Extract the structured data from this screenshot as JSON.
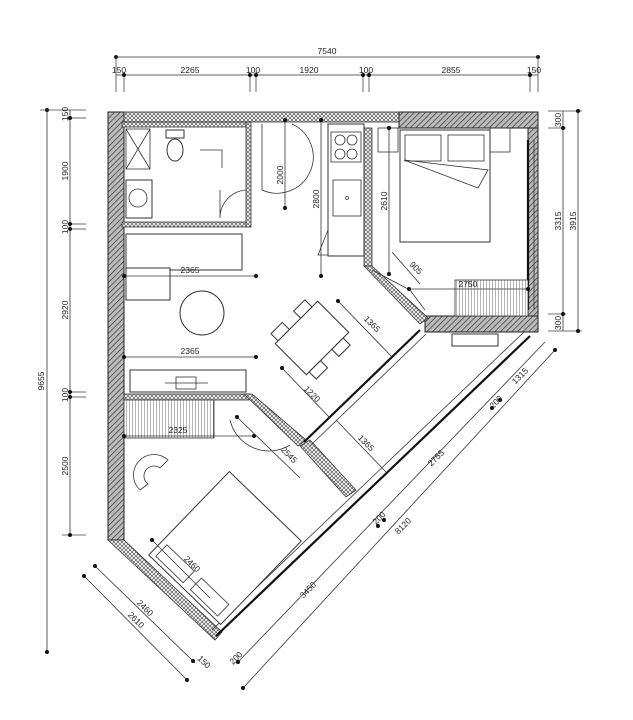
{
  "plan": {
    "top_dims": {
      "overall": "7540",
      "segments": [
        "150",
        "2265",
        "100",
        "1920",
        "100",
        "2855",
        "150"
      ]
    },
    "left_dims": {
      "overall": "9655",
      "segments": [
        "150",
        "1900",
        "100",
        "2920",
        "100",
        "2500"
      ]
    },
    "right_dims": {
      "overall": "3915",
      "segments": [
        "300",
        "3315",
        "300"
      ]
    },
    "interior": {
      "bath_door_height": "2000",
      "kitchen_length": "2800",
      "bedroom_depth": "2610",
      "bedroom_door": "905",
      "bedroom_width": "2750",
      "sofa_wall": "2365",
      "living_width": "2365",
      "dining_diag": "1365",
      "dining_depth": "1220",
      "wardrobe_width": "2325",
      "bedroom2_diag": "2545",
      "balcony_depth": "1365",
      "bed2_width": "2460"
    },
    "diagonal_dims": {
      "overall": "8120",
      "seg_upper": "1315",
      "seg_gap": "200",
      "seg_mid": "2755",
      "seg_lower": "3450",
      "seg_end": "200"
    },
    "bottom_left_dims": {
      "inner": "2460",
      "outer": "2610",
      "end": "150"
    }
  }
}
